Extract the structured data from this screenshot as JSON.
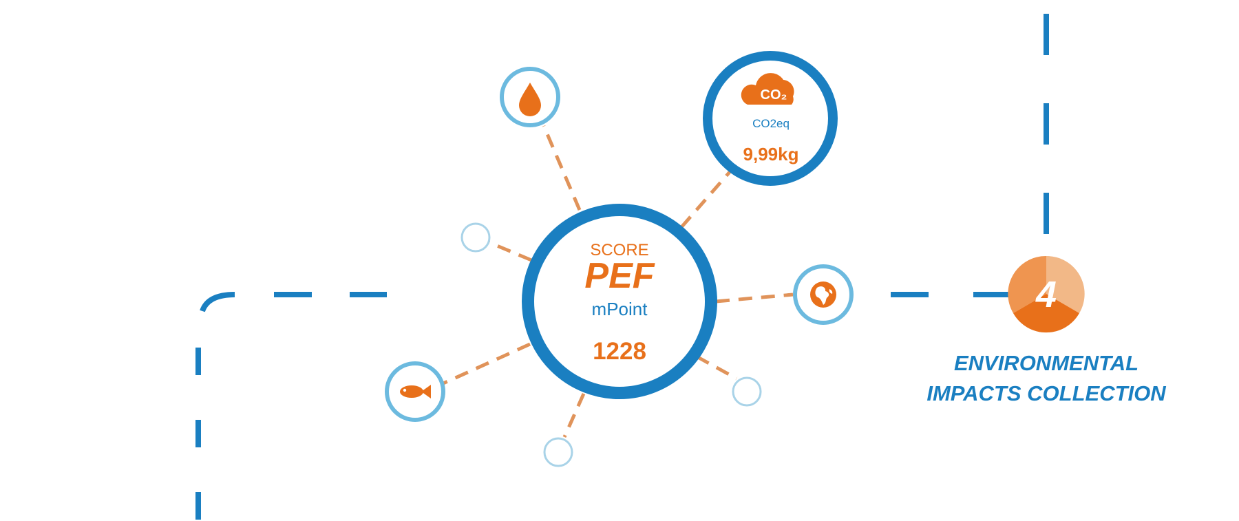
{
  "colors": {
    "blue": "#1a7fc1",
    "light_blue": "#6cbadf",
    "pale_blue": "#a9d3e8",
    "orange": "#e8701a",
    "connector_orange": "#e0935a"
  },
  "center": {
    "label_top": "SCORE",
    "label_main": "PEF",
    "unit": "mPoint",
    "value": "1228"
  },
  "co2": {
    "icon_text": "CO₂",
    "label": "CO2eq",
    "value": "9,99kg"
  },
  "impact_nodes": [
    {
      "icon": "water-drop-icon"
    },
    {
      "icon": "globe-icon"
    },
    {
      "icon": "fish-icon"
    }
  ],
  "step": {
    "number": "4",
    "caption_line1": "ENVIRONMENTAL",
    "caption_line2": "IMPACTS COLLECTION"
  }
}
